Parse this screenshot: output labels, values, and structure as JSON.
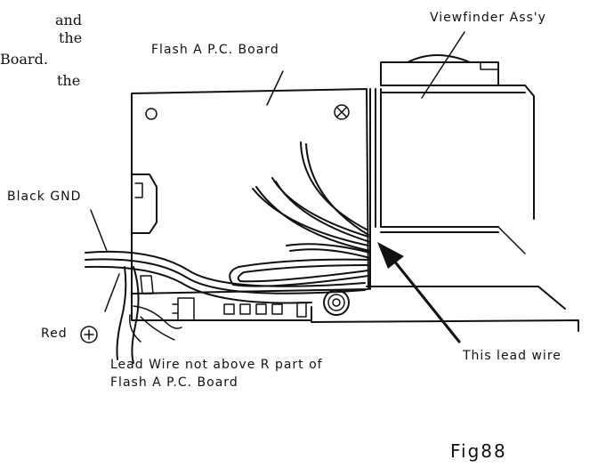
{
  "text_fragment": {
    "lines": [
      "and",
      "the",
      "Board.",
      "the"
    ]
  },
  "labels": {
    "viewfinder": "Viewfinder Ass'y",
    "flash_board": "Flash A P.C. Board",
    "black_gnd": "Black GND",
    "red": "Red",
    "lead_wire": "This lead wire",
    "note_line1": "Lead Wire not above R part of",
    "note_line2": "Flash A P.C. Board",
    "figure": "Fig88"
  },
  "colors": {
    "ink": "#111111",
    "background": "#ffffff"
  }
}
